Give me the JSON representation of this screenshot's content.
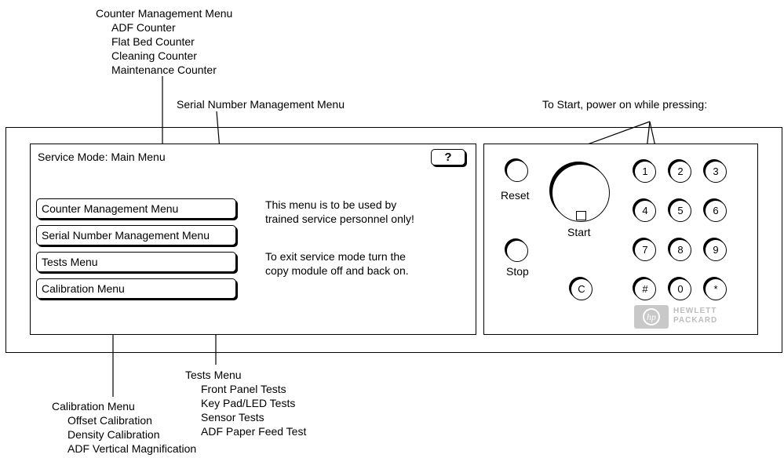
{
  "callouts": {
    "counter": {
      "title": "Counter Management Menu",
      "items": [
        "ADF Counter",
        "Flat Bed Counter",
        "Cleaning Counter",
        "Maintenance Counter"
      ]
    },
    "serial": {
      "title": "Serial Number Management Menu"
    },
    "start": {
      "title": "To Start, power on while pressing:"
    },
    "tests": {
      "title": "Tests Menu",
      "items": [
        "Front Panel Tests",
        "Key Pad/LED Tests",
        "Sensor Tests",
        "ADF Paper Feed Test"
      ]
    },
    "calibration": {
      "title": "Calibration Menu",
      "items": [
        "Offset Calibration",
        "Density Calibration",
        "ADF Vertical Magnification"
      ]
    }
  },
  "screen": {
    "title": "Service Mode: Main Menu",
    "help_label": "?",
    "menu_buttons": [
      "Counter Management Menu",
      "Serial Number Management Menu",
      "Tests Menu",
      "Calibration Menu"
    ],
    "notice_1": [
      "This menu is to be used by",
      "trained service personnel only!"
    ],
    "notice_2": [
      "To exit service mode turn the",
      "copy module off and back on."
    ]
  },
  "keypad": {
    "reset_label": "Reset",
    "start_label": "Start",
    "stop_label": "Stop",
    "clear_label": "C",
    "digits": [
      "1",
      "2",
      "3",
      "4",
      "5",
      "6",
      "7",
      "8",
      "9",
      "#",
      "0",
      "*"
    ]
  },
  "logo": {
    "line1": "HEWLETT",
    "line2": "PACKARD",
    "mark": "hp"
  }
}
